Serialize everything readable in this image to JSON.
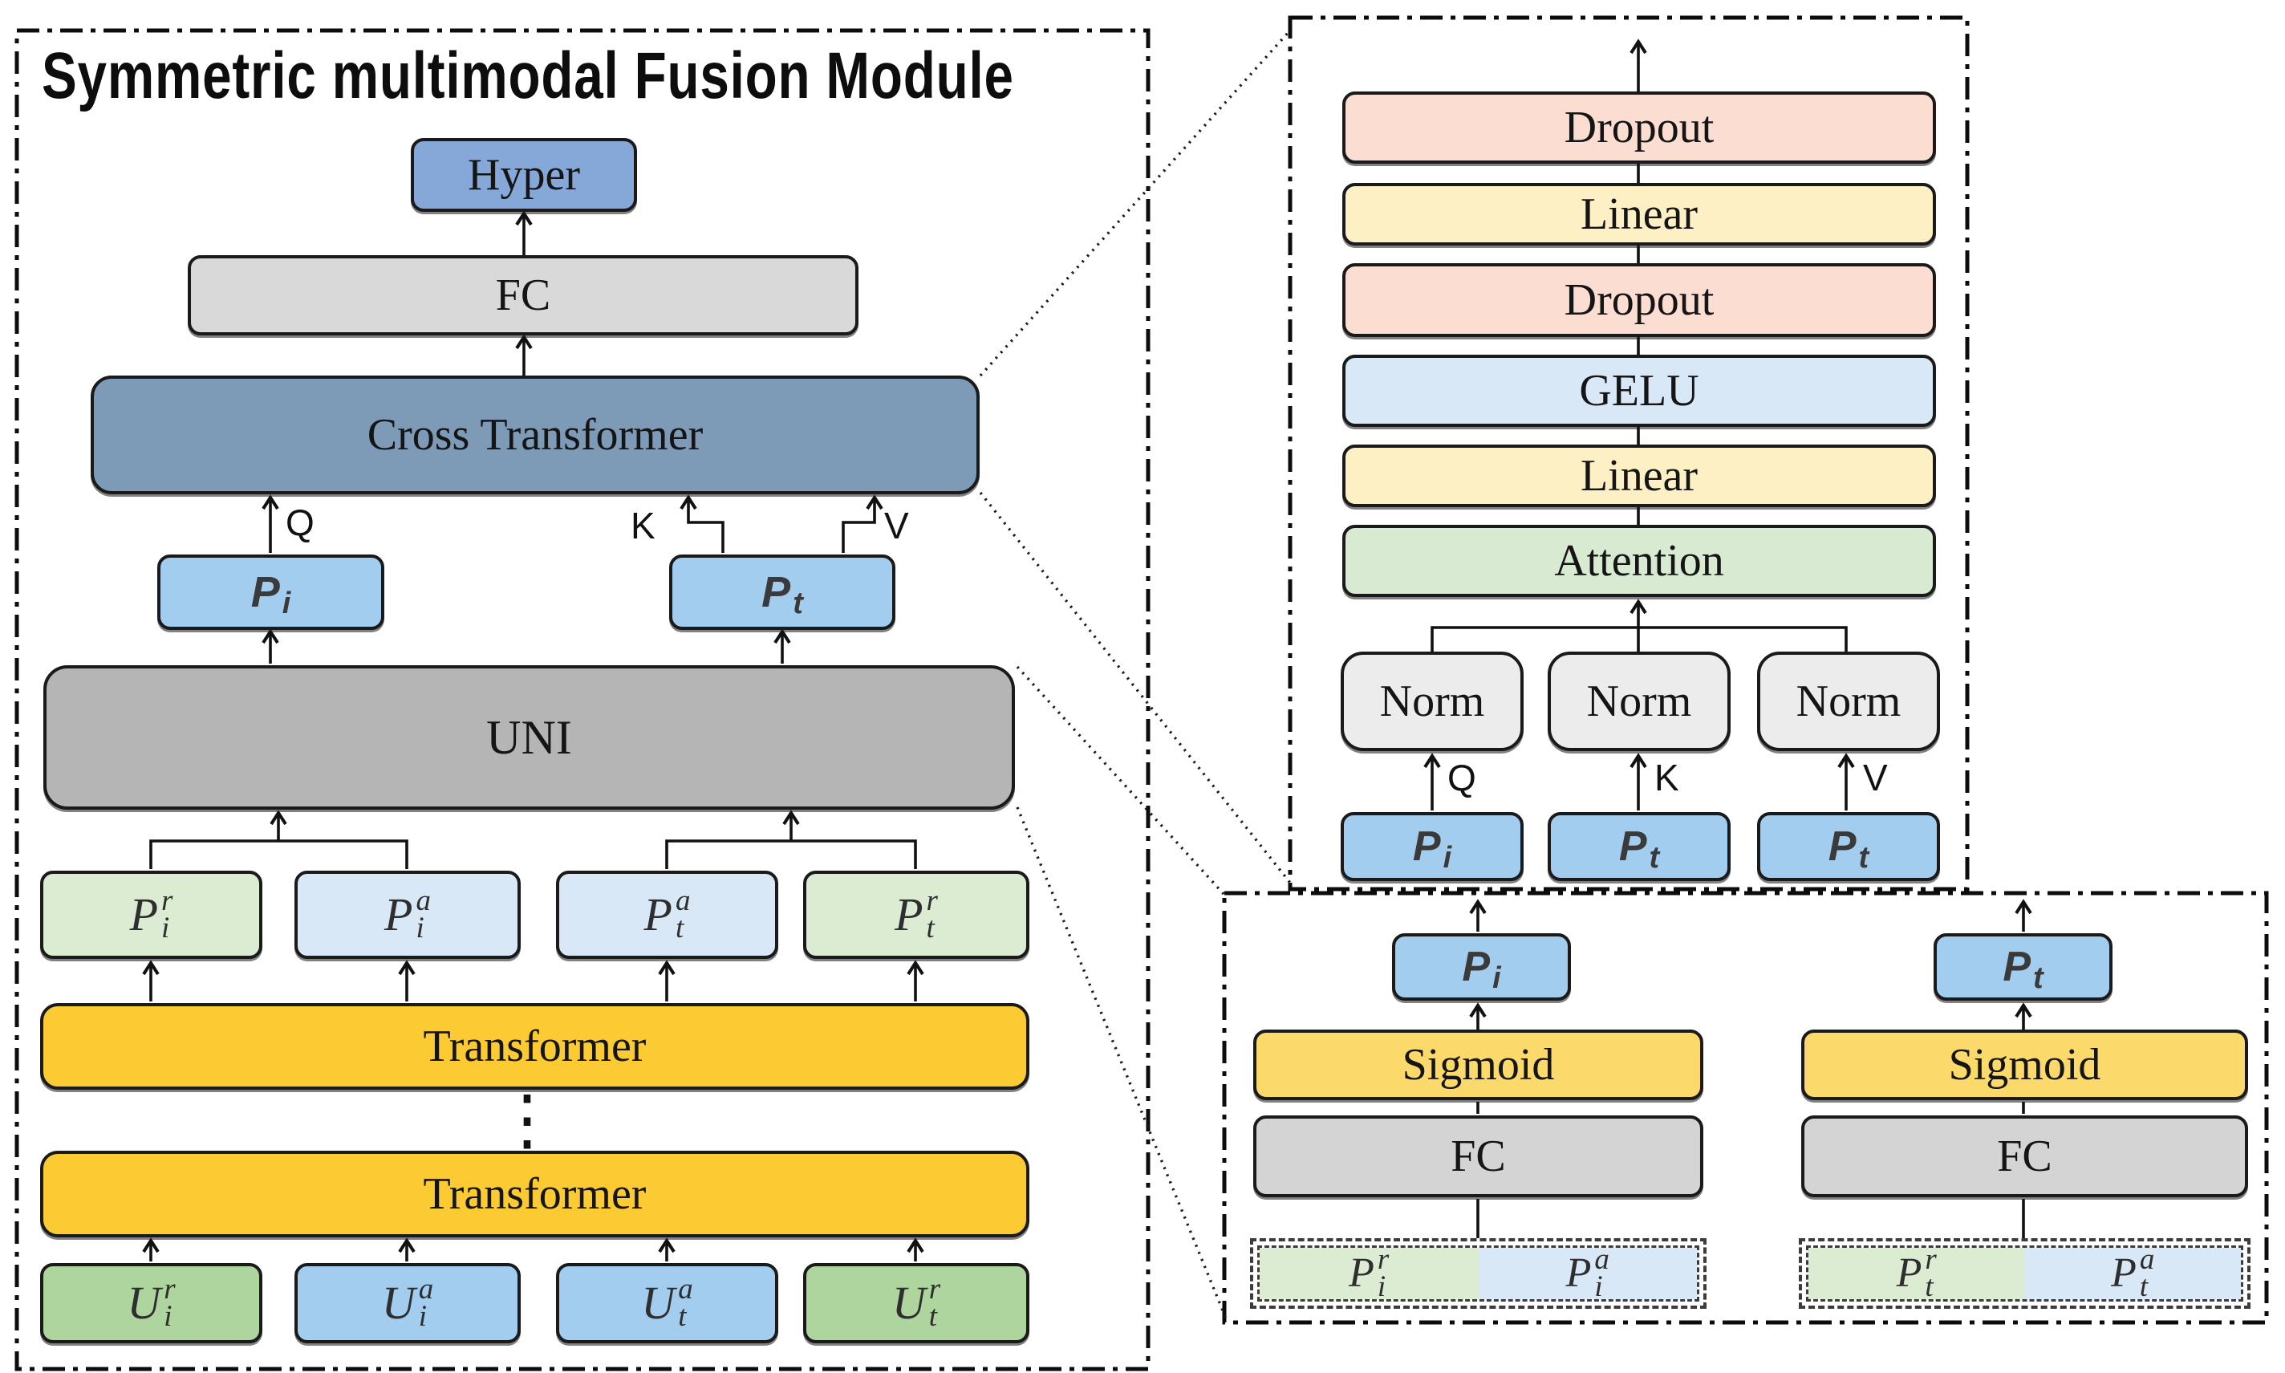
{
  "title": "Symmetric multimodal Fusion Module",
  "ellipsis": "⋮",
  "qkv": {
    "q": "Q",
    "k": "K",
    "v": "V"
  },
  "left": {
    "hyper": "Hyper",
    "fc": "FC",
    "cross_transformer": "Cross Transformer",
    "uni": "UNI",
    "transformer_upper": "Transformer",
    "transformer_lower": "Transformer",
    "p_i": {
      "base": "P",
      "sub": "i"
    },
    "p_t": {
      "base": "P",
      "sub": "t"
    },
    "pr_i": {
      "base": "P",
      "sup": "r",
      "sub": "i"
    },
    "pa_i": {
      "base": "P",
      "sup": "a",
      "sub": "i"
    },
    "pa_t": {
      "base": "P",
      "sup": "a",
      "sub": "t"
    },
    "pr_t": {
      "base": "P",
      "sup": "r",
      "sub": "t"
    },
    "u_ri": {
      "base": "U",
      "sup": "r",
      "sub": "i"
    },
    "u_ai": {
      "base": "U",
      "sup": "a",
      "sub": "i"
    },
    "u_at": {
      "base": "U",
      "sup": "a",
      "sub": "t"
    },
    "u_rt": {
      "base": "U",
      "sup": "r",
      "sub": "t"
    }
  },
  "top_right": {
    "dropout_top": "Dropout",
    "linear_top": "Linear",
    "dropout_mid": "Dropout",
    "gelu": "GELU",
    "linear_bottom": "Linear",
    "attention": "Attention",
    "norm_q": "Norm",
    "norm_k": "Norm",
    "norm_v": "Norm",
    "p_q": {
      "base": "P",
      "sub": "i"
    },
    "p_k": {
      "base": "P",
      "sub": "t"
    },
    "p_v": {
      "base": "P",
      "sub": "t"
    }
  },
  "bottom_right": {
    "image_branch": {
      "p_out": {
        "base": "P",
        "sub": "i"
      },
      "sigmoid": "Sigmoid",
      "fc": "FC",
      "p_r": {
        "base": "P",
        "sup": "r",
        "sub": "i"
      },
      "p_a": {
        "base": "P",
        "sup": "a",
        "sub": "i"
      }
    },
    "text_branch": {
      "p_out": {
        "base": "P",
        "sub": "t"
      },
      "sigmoid": "Sigmoid",
      "fc": "FC",
      "p_r": {
        "base": "P",
        "sup": "r",
        "sub": "t"
      },
      "p_a": {
        "base": "P",
        "sup": "a",
        "sub": "t"
      }
    }
  },
  "colors": {
    "box-border": "#1a1a1a",
    "blue-medium": "#85a8d9",
    "blue-light": "#a3cdee",
    "slate-blue": "#7d9ab7",
    "gray-light": "#d9d9d9",
    "gray-medium": "#b5b5b5",
    "pale-green": "#dcecd3",
    "pale-blue": "#d9e8f7",
    "amber": "#fcca33",
    "green": "#aed59d",
    "peach": "#fbddd2",
    "pale-yellow": "#fdf0c5",
    "soft-green": "#d8ead2",
    "norm-gray": "#ececec",
    "gold": "#fcd96b",
    "fc-gray": "#d4d4d4"
  }
}
